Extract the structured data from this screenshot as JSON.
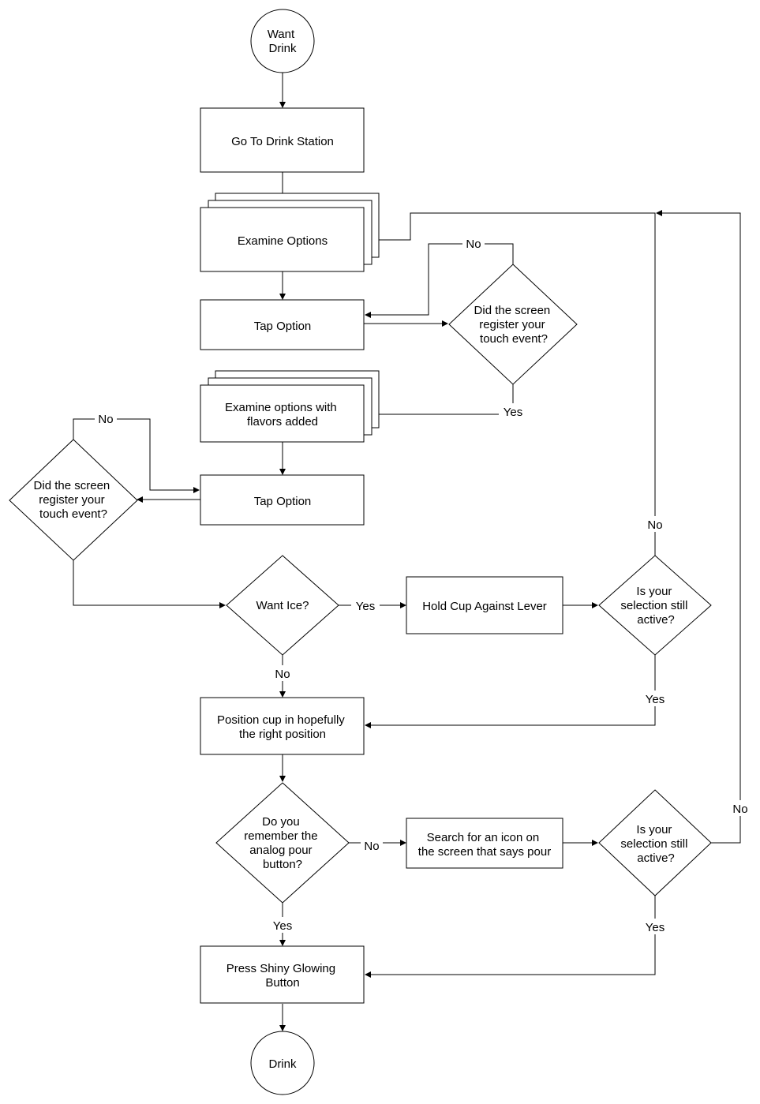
{
  "nodes": {
    "start": "Want Drink",
    "go_station": "Go To Drink Station",
    "examine_options": "Examine Options",
    "tap_option_1": "Tap Option",
    "decision_touch_1": "Did the screen register your touch event?",
    "examine_flavors": "Examine options with flavors added",
    "tap_option_2": "Tap Option",
    "decision_touch_2": "Did the screen register your touch event?",
    "want_ice": "Want Ice?",
    "hold_cup": "Hold Cup Against Lever",
    "selection_active_1": "Is your selection still active?",
    "position_cup": "Position cup in hopefully the right position",
    "remember_button": "Do you remember the analog pour button?",
    "search_icon": "Search for an icon on the screen that says pour",
    "selection_active_2": "Is your selection still active?",
    "press_button": "Press Shiny Glowing Button",
    "end": "Drink"
  },
  "edge_labels": {
    "touch1_no": "No",
    "touch1_yes": "Yes",
    "touch2_no": "No",
    "ice_yes": "Yes",
    "ice_no": "No",
    "sel1_no": "No",
    "sel1_yes": "Yes",
    "remember_no": "No",
    "remember_yes": "Yes",
    "sel2_no": "No",
    "sel2_yes": "Yes"
  }
}
